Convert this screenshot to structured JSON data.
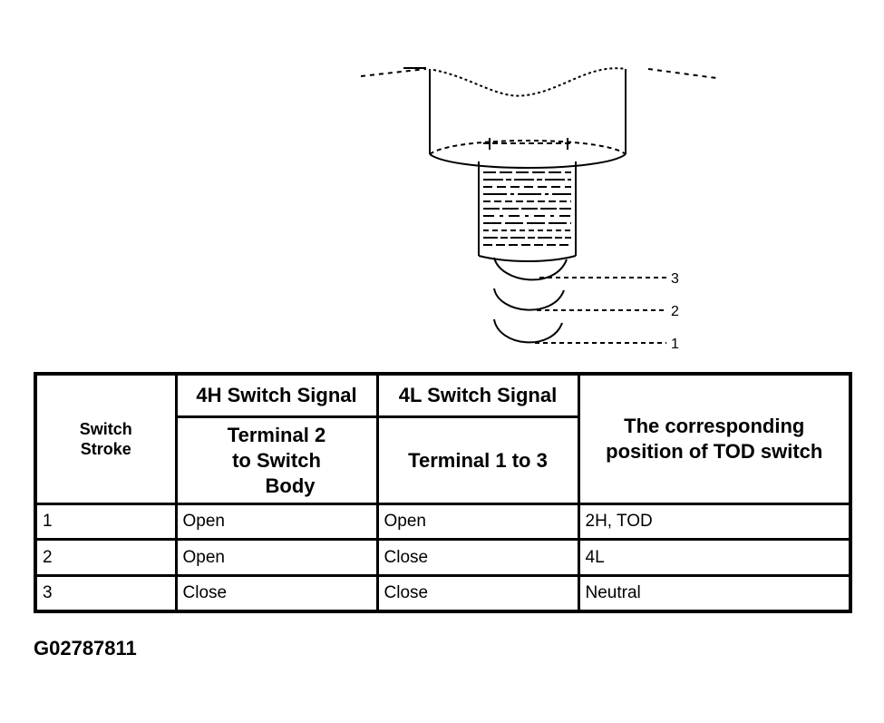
{
  "diagram": {
    "callouts": [
      "3",
      "2",
      "1"
    ]
  },
  "table": {
    "stroke_header": [
      "Switch",
      "Stroke"
    ],
    "sig_4h_header": "4H Switch Signal",
    "sig_4l_header": "4L Switch Signal",
    "terminal_2_header": [
      "Terminal 2",
      "to Switch",
      "Body"
    ],
    "terminal_1_3_header": "Terminal 1 to 3",
    "tod_header": [
      "The corresponding",
      "position of TOD switch"
    ],
    "rows": [
      {
        "stroke": "1",
        "h4": "Open",
        "l4": "Open",
        "tod": "2H, TOD"
      },
      {
        "stroke": "2",
        "h4": "Open",
        "l4": "Close",
        "tod": "4L"
      },
      {
        "stroke": "3",
        "h4": "Close",
        "l4": "Close",
        "tod": "Neutral"
      }
    ]
  },
  "figure_id": "G02787811"
}
